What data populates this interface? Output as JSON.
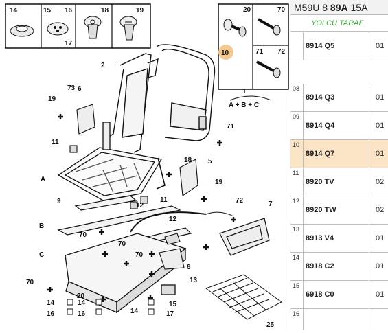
{
  "header": {
    "code_prefix": "M59U 8",
    "code_bold": "89A",
    "code_suffix": "15A",
    "subtitle": "YOLCU TARAF"
  },
  "parts_rows": [
    {
      "index": "",
      "ref": "8914 Q5",
      "qty": "01",
      "highlight": false
    },
    {
      "index": "08",
      "ref": "8914 Q3",
      "qty": "01",
      "highlight": false
    },
    {
      "index": "09",
      "ref": "8914 Q4",
      "qty": "01",
      "highlight": false
    },
    {
      "index": "10",
      "ref": "8914 Q7",
      "qty": "01",
      "highlight": true
    },
    {
      "index": "11",
      "ref": "8920 TV",
      "qty": "02",
      "highlight": false
    },
    {
      "index": "12",
      "ref": "8920 TW",
      "qty": "02",
      "highlight": false
    },
    {
      "index": "13",
      "ref": "8913 V4",
      "qty": "01",
      "highlight": false
    },
    {
      "index": "14",
      "ref": "8918 C2",
      "qty": "01",
      "highlight": false
    },
    {
      "index": "15",
      "ref": "6918 C0",
      "qty": "01",
      "highlight": false
    },
    {
      "index": "16",
      "ref": "",
      "qty": "",
      "highlight": false
    }
  ],
  "diagram": {
    "top_box_labels": [
      "14",
      "15",
      "16",
      "17",
      "18",
      "19"
    ],
    "right_box_labels": [
      "20",
      "70",
      "71",
      "72"
    ],
    "highlight_label": "10",
    "formula_number": "1",
    "formula": "A + B + C",
    "callouts": [
      "2",
      "73",
      "6",
      "19",
      "11",
      "A",
      "9",
      "B",
      "C",
      "70",
      "70",
      "20",
      "14",
      "16",
      "14",
      "16",
      "18",
      "5",
      "19",
      "12",
      "11",
      "12",
      "70",
      "70",
      "14",
      "15",
      "17",
      "8",
      "13",
      "72",
      "7",
      "25",
      "71",
      "17",
      "10"
    ]
  },
  "colors": {
    "highlight_row": "#fbe4c6",
    "highlight_badge": "#f4c98f",
    "subtitle_green": "#3aa63a"
  }
}
